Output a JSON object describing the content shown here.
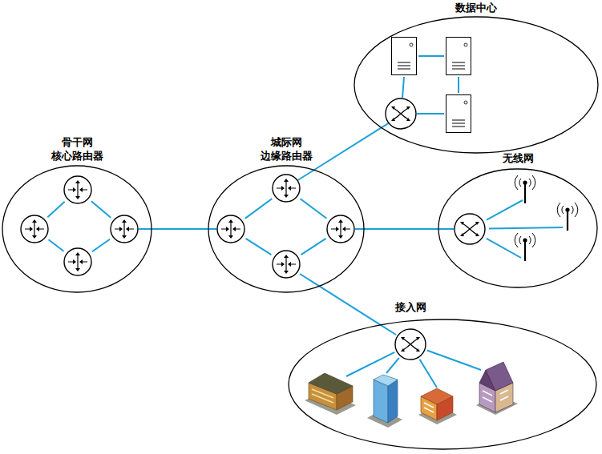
{
  "diagram": {
    "nodes": [
      {
        "text": [
          "骨干网",
          "核心路由器"
        ]
      },
      {
        "text": [
          "城际网",
          "边缘路由器"
        ]
      },
      {
        "text": [
          "数据中心"
        ]
      },
      {
        "text": [
          "无线网"
        ]
      },
      {
        "text": [
          "接入网"
        ]
      }
    ],
    "edges": [
      {
        "from": 0,
        "to": 1,
        "arrow": "none"
      },
      {
        "from": 1,
        "to": 2,
        "arrow": "none"
      },
      {
        "from": 1,
        "to": 3,
        "arrow": "none"
      },
      {
        "from": 1,
        "to": 4,
        "arrow": "none"
      }
    ]
  }
}
